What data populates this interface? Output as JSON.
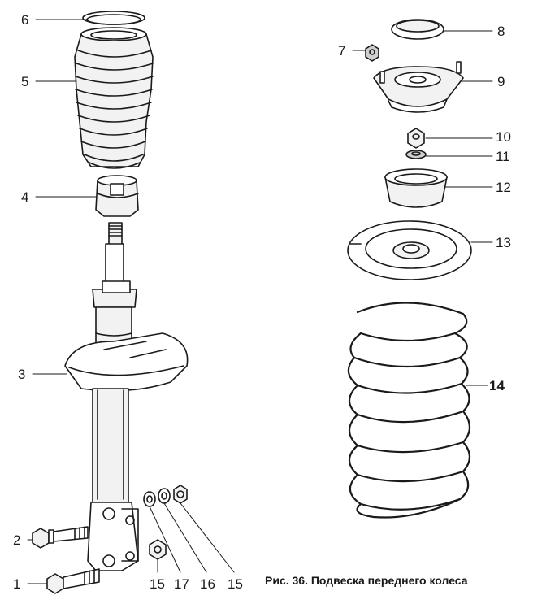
{
  "caption": "Рис. 36. Подвеска переднего колеса",
  "callouts": {
    "c1": "1",
    "c2": "2",
    "c3": "3",
    "c4": "4",
    "c5": "5",
    "c6": "6",
    "c7": "7",
    "c8": "8",
    "c9": "9",
    "c10": "10",
    "c11": "11",
    "c12": "12",
    "c13": "13",
    "c14": "14",
    "c15a": "15",
    "c15b": "15",
    "c16": "16",
    "c17": "17"
  },
  "colors": {
    "ink": "#1a1a1a",
    "fill": "#f2f2f2",
    "shade": "#cfcfcf",
    "paper": "#ffffff"
  }
}
